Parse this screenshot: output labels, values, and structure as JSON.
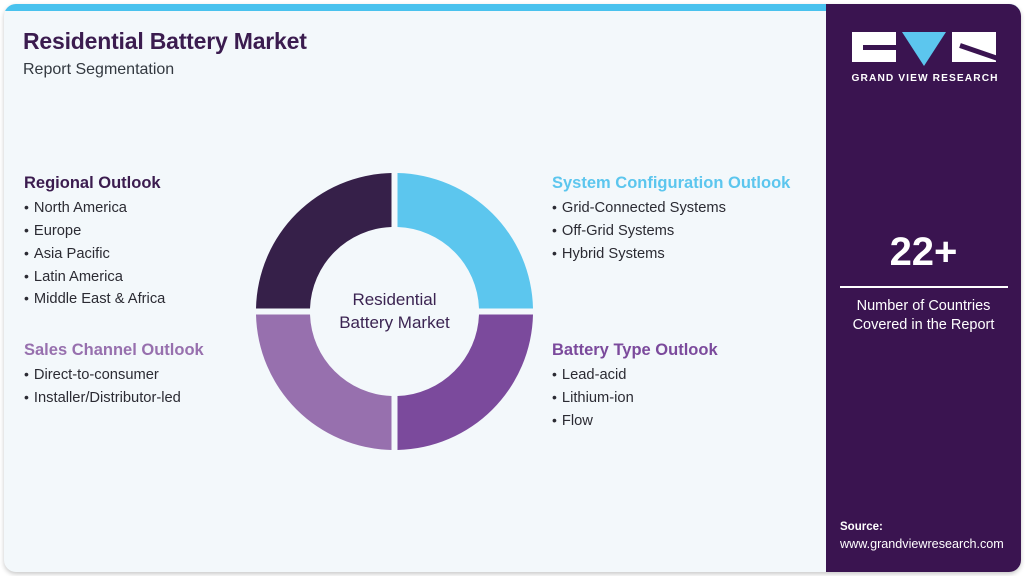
{
  "header": {
    "title": "Residential Battery Market",
    "subtitle": "Report Segmentation"
  },
  "donut": {
    "center_line1": "Residential",
    "center_line2": "Battery Market"
  },
  "segments": {
    "regional": {
      "title": "Regional Outlook",
      "items": [
        "North America",
        "Europe",
        "Asia Pacific",
        "Latin America",
        "Middle East & Africa"
      ]
    },
    "sales": {
      "title": "Sales Channel Outlook",
      "items": [
        "Direct-to-consumer",
        "Installer/Distributor-led"
      ]
    },
    "system": {
      "title": "System Configuration Outlook",
      "items": [
        "Grid-Connected Systems",
        "Off-Grid Systems",
        "Hybrid Systems"
      ]
    },
    "battery": {
      "title": "Battery Type Outlook",
      "items": [
        "Lead-acid",
        "Lithium-ion",
        "Flow"
      ]
    }
  },
  "sidebar": {
    "logo_text": "GRAND VIEW RESEARCH",
    "stat_value": "22+",
    "stat_label_line1": "Number of Countries",
    "stat_label_line2": "Covered in the Report",
    "source_label": "Source:",
    "source_url": "www.grandviewresearch.com"
  },
  "chart_data": {
    "type": "pie",
    "title": "Residential Battery Market Report Segmentation",
    "categories": [
      "System Configuration Outlook",
      "Battery Type Outlook",
      "Sales Channel Outlook",
      "Regional Outlook"
    ],
    "values": [
      25,
      25,
      25,
      25
    ],
    "colors": [
      "#5cc6ee",
      "#7b4a9c",
      "#9770ae",
      "#362049"
    ],
    "legend": "none",
    "notes": "Equal-quarter donut; each quadrant maps to one report segmentation axis"
  },
  "colors": {
    "accent_blue": "#49c2ee",
    "dark_purple": "#3a1450",
    "donut_blue": "#5cc6ee",
    "donut_purple_mid": "#7b4a9c",
    "donut_purple_light": "#9770ae",
    "donut_purple_dark": "#362049",
    "card_bg": "#f3f8fb"
  }
}
